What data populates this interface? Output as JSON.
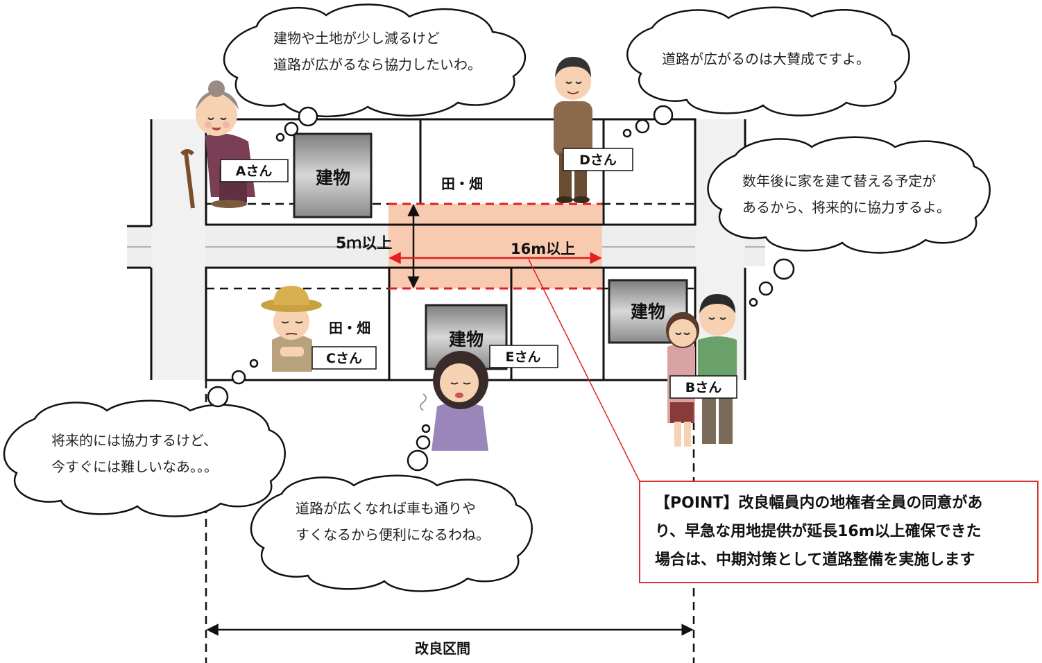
{
  "labels": {
    "building_a": "建物",
    "building_b": "建物",
    "building_e": "建物",
    "field_north": "田・畑",
    "field_south": "田・畑",
    "width_label": "5ｍ以上",
    "length_label": "16m以上",
    "section_label": "改良区間",
    "name_a": "Aさん",
    "name_b": "Bさん",
    "name_c": "Cさん",
    "name_d": "Dさん",
    "name_e": "Eさん"
  },
  "bubbles": {
    "a": [
      "建物や土地が少し減るけど",
      "道路が広がるなら協力したいわ。"
    ],
    "d": [
      "道路が広がるのは大賛成ですよ。"
    ],
    "b": [
      "数年後に家を建て替える予定が",
      "あるから、将来的に協力するよ。"
    ],
    "c": [
      "将来的には協力するけど、",
      "今すぐには難しいなあ。。。"
    ],
    "e": [
      "道路が広くなれば車も通りや",
      "すくなるから便利になるわね。"
    ]
  },
  "point": [
    "【POINT】改良幅員内の地権者全員の同意があ",
    "り、早急な用地提供が延長16m以上確保できた",
    "場合は、中期対策として道路整備を実施します"
  ],
  "colors": {
    "road": "#eeeeee",
    "widening": "#f8cbb0",
    "boundary": "#e02020",
    "building": "#9a9a9a",
    "point_border": "#d93030"
  }
}
